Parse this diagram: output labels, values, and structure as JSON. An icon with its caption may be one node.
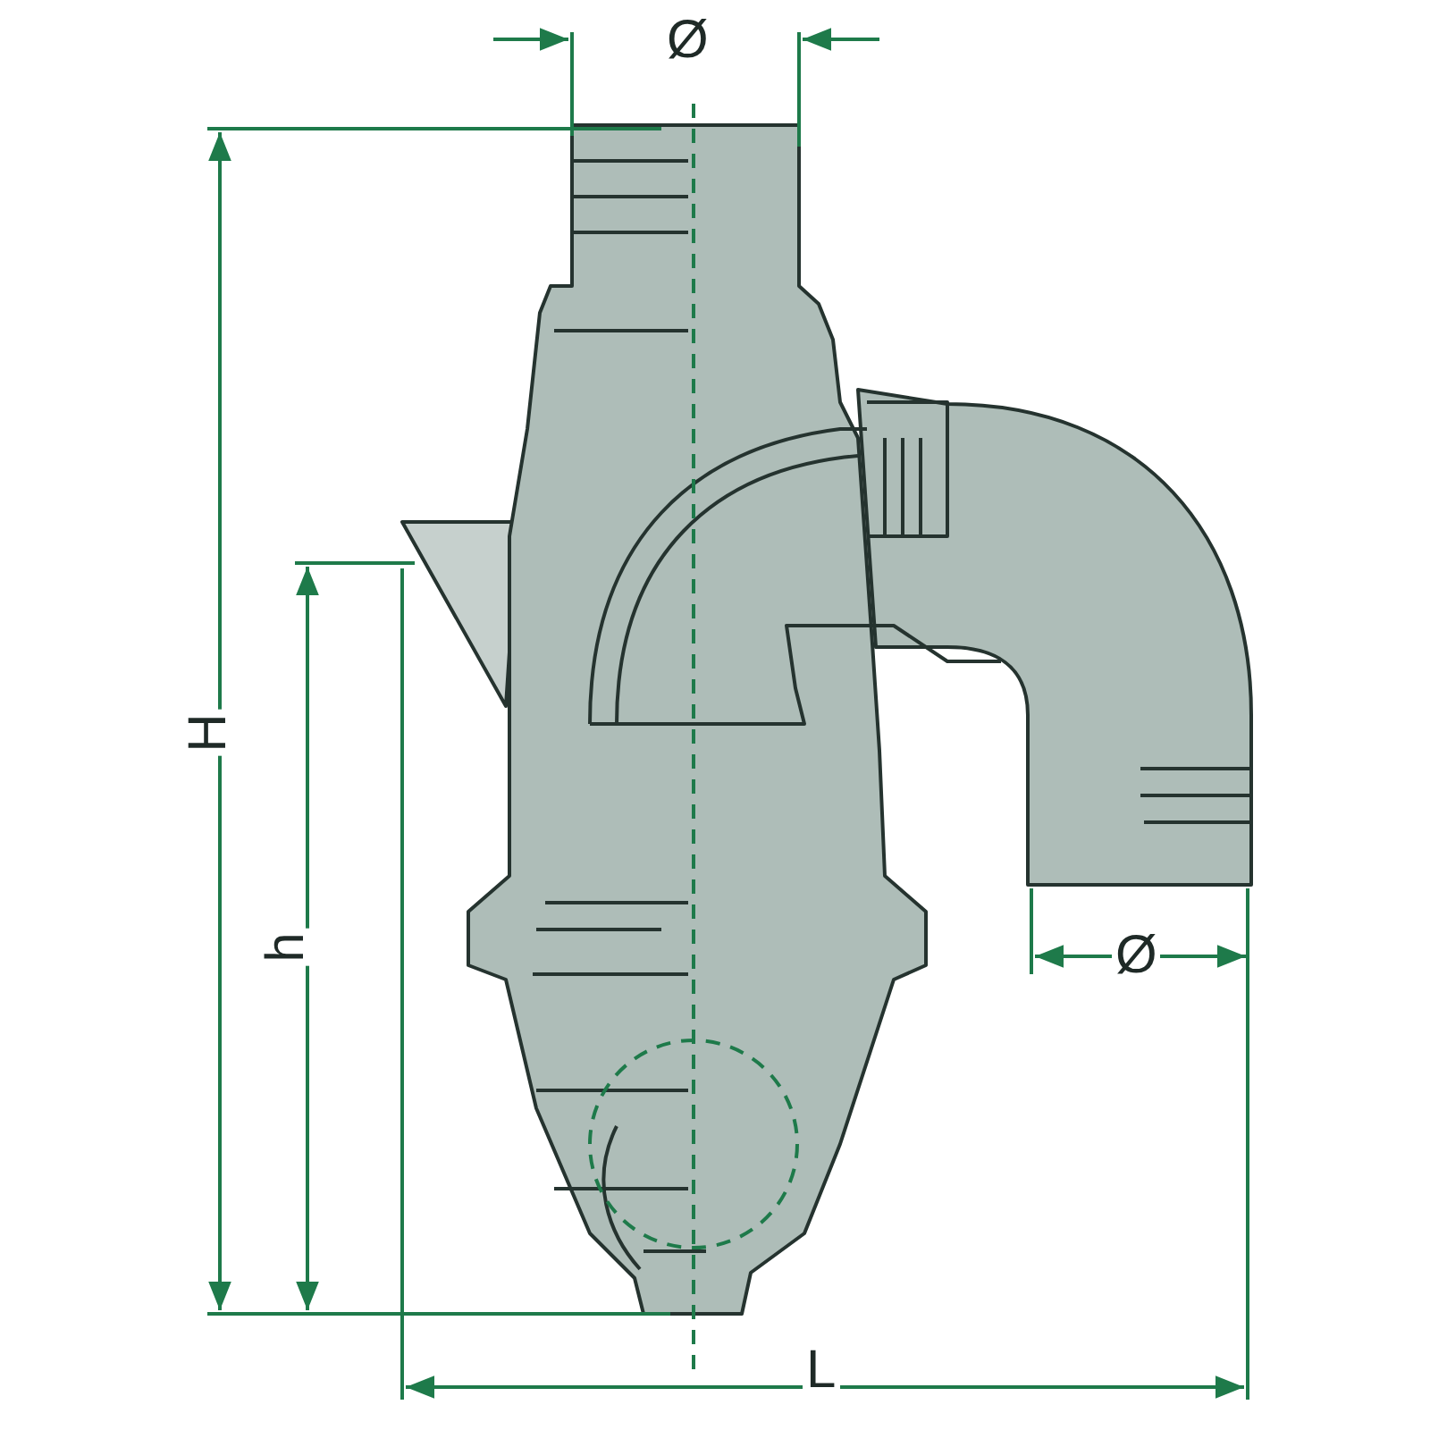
{
  "diagram": {
    "labels": [
      "Ø",
      "H",
      "h",
      "Ø",
      "L"
    ]
  }
}
